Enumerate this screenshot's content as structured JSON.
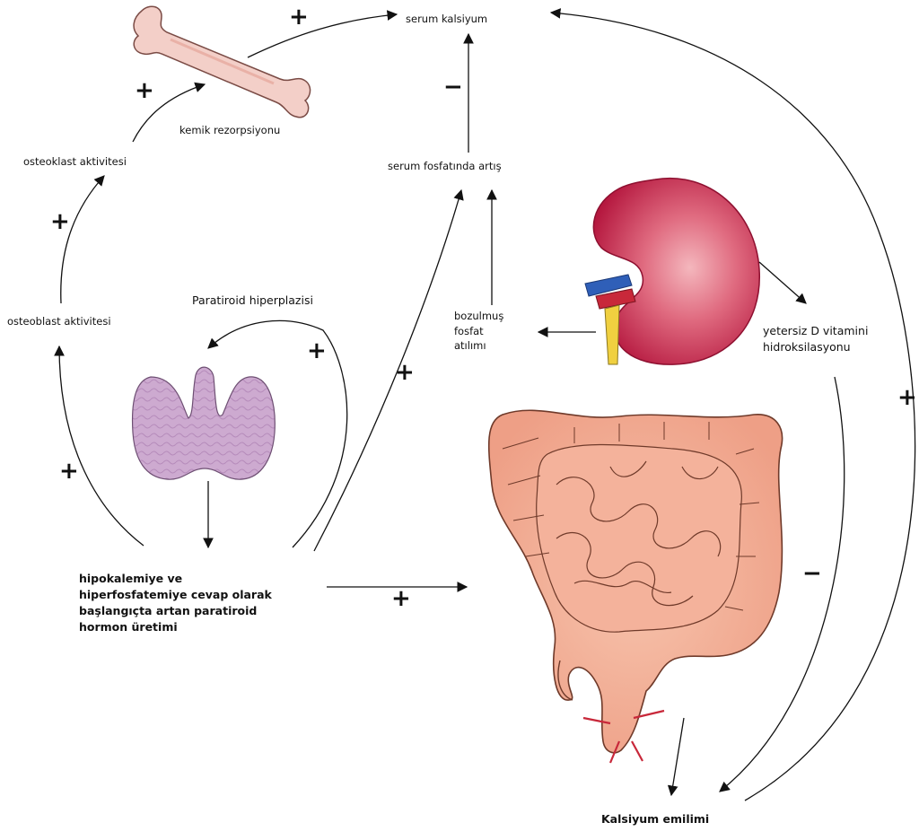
{
  "labels": {
    "serum_calcium": "serum kalsiyum",
    "bone_resorption": "kemik rezorpsiyonu",
    "osteoclast_activity": "osteoklast aktivitesi",
    "osteoblast_activity": "osteoblast aktivitesi",
    "serum_phosphate_increase": "serum fosfatında artış",
    "parathyroid_hyperplasia": "Paratiroid hiperplazisi",
    "impaired_phosphate_excretion_line1": "bozulmuş",
    "impaired_phosphate_excretion_line2": "fosfat",
    "impaired_phosphate_excretion_line3": "atılımı",
    "vitamin_d_line1": "yetersiz D vitamini",
    "vitamin_d_line2": "hidroksilasyonu",
    "pth_line1": "hipokalemiye ve",
    "pth_line2": "hiperfosfatemiye cevap olarak",
    "pth_line3": "başlangıçta artan paratiroid",
    "pth_line4": "hormon üretimi",
    "calcium_absorption": "Kalsiyum emilimi"
  },
  "signs": {
    "plus": "+",
    "minus": "−"
  },
  "colors": {
    "bone": "#f3cfc8",
    "bone_stroke": "#7a4b45",
    "thyroid": "#c9a5cc",
    "thyroid_stroke": "#6e4f73",
    "kidney": "#c42448",
    "kidney_light": "#f2a6ae",
    "intestine": "#f2b49a",
    "intestine_stroke": "#6f3a2a",
    "ureter": "#f0d040",
    "vessel_blue": "#2f5fb8",
    "vessel_red": "#c8283a"
  }
}
